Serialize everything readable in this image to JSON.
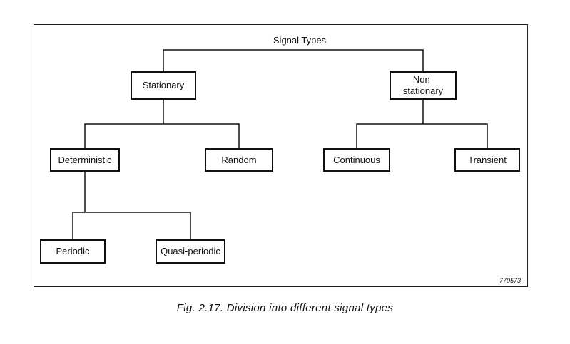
{
  "diagram": {
    "root": "Signal Types",
    "nodes": {
      "stationary": "Stationary",
      "nonstationary": "Non-\nstationary",
      "deterministic": "Deterministic",
      "random": "Random",
      "continuous": "Continuous",
      "transient": "Transient",
      "periodic": "Periodic",
      "quasiperiodic": "Quasi-periodic"
    },
    "edges": [
      [
        "Signal Types",
        "Stationary"
      ],
      [
        "Signal Types",
        "Non-stationary"
      ],
      [
        "Stationary",
        "Deterministic"
      ],
      [
        "Stationary",
        "Random"
      ],
      [
        "Non-stationary",
        "Continuous"
      ],
      [
        "Non-stationary",
        "Transient"
      ],
      [
        "Deterministic",
        "Periodic"
      ],
      [
        "Deterministic",
        "Quasi-periodic"
      ]
    ],
    "figure_number": "770573"
  },
  "caption": "Fig. 2.17. Division into different signal types"
}
